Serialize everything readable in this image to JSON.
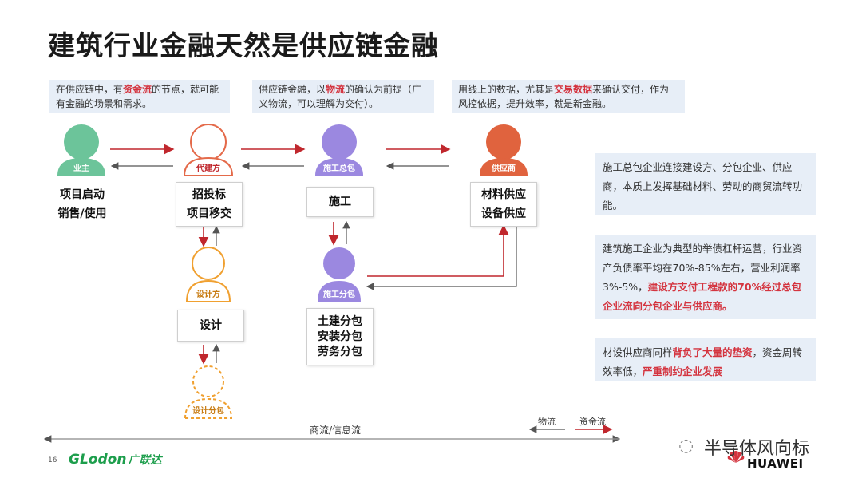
{
  "title": "建筑行业金融天然是供应链金融",
  "notes": {
    "n1": {
      "pre": "在供应链中，有",
      "hl": "资金流",
      "post": "的节点，就可能有金融的场景和需求。"
    },
    "n2": {
      "pre": "供应链金融，以",
      "hl": "物流",
      "post": "的确认为前提（广义物流，可以理解为交付）。"
    },
    "n3": {
      "pre": "用线上的数据，尤其是",
      "hl": "交易数据",
      "post": "来确认交付，作为风控依据，提升效率，就是新金融。"
    }
  },
  "side_notes": {
    "s1": "施工总包企业连接建设方、分包企业、供应商，本质上发挥基础材料、劳动的商贸流转功能。",
    "s2": {
      "pre": "建筑施工企业为典型的举债杠杆运营，行业资产负债率平均在70%-85%左右，营业利润率3%-5%，",
      "hl": "建设方支付工程款的70%经过总包企业流向分包企业与供应商。"
    },
    "s3": {
      "pre": "材设供应商同样",
      "hl1": "背负了大量的垫资",
      "mid": "，资金周转效率低，",
      "hl2": "严重制约企业发展"
    }
  },
  "actors": {
    "owner": "业主",
    "builder": "代建方",
    "general": "施工总包",
    "supplier": "供应商",
    "designer": "设计方",
    "subcontractor": "施工分包",
    "design_sub": "设计分包"
  },
  "boxes": {
    "owner_l1": "项目启动",
    "owner_l2": "销售/使用",
    "builder_l1": "招投标",
    "builder_l2": "项目移交",
    "general": "施工",
    "supplier_l1": "材料供应",
    "supplier_l2": "设备供应",
    "design": "设计",
    "sub_l1": "土建分包",
    "sub_l2": "安装分包",
    "sub_l3": "劳务分包"
  },
  "bottom": {
    "flow_label": "商流/信息流",
    "legend_logistics": "物流",
    "legend_capital": "资金流",
    "page_number": "16",
    "glodon": "GLodon",
    "glodon_cn": "广联达",
    "watermark": "半导体风向标",
    "huawei": "HUAWEI"
  },
  "colors": {
    "capital_flow": "#c0272d",
    "logistics_flow": "#555555",
    "owner": "#6cc49a",
    "builder": "#e46a4a",
    "general": "#9b88e0",
    "supplier": "#e0633e",
    "designer": "#f0a030"
  }
}
